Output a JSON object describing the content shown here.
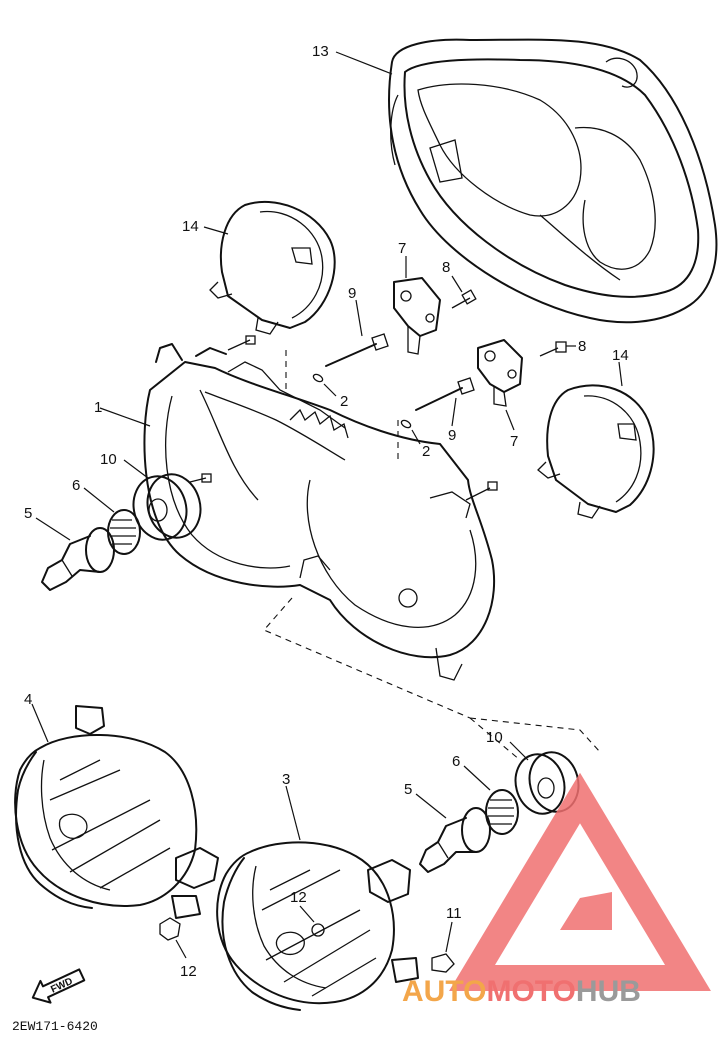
{
  "diagram": {
    "labels": {
      "p13": "13",
      "p14a": "14",
      "p14b": "14",
      "p7a": "7",
      "p7b": "7",
      "p8a": "8",
      "p8b": "8",
      "p9a": "9",
      "p9b": "9",
      "p2a": "2",
      "p2b": "2",
      "p1": "1",
      "p10a": "10",
      "p10b": "10",
      "p6a": "6",
      "p6b": "6",
      "p5a": "5",
      "p5b": "5",
      "p4": "4",
      "p3": "3",
      "p12a": "12",
      "p12b": "12",
      "p11": "11"
    },
    "fwd_arrow": "FWD",
    "drawing_code": "2EW171-6420"
  },
  "watermark": {
    "part1": "AUTO",
    "part2": "MOTO",
    "part3": "HUB",
    "colors": {
      "orange": "#f3a64a",
      "red": "#f07070",
      "gray": "#9a9a9a"
    }
  }
}
